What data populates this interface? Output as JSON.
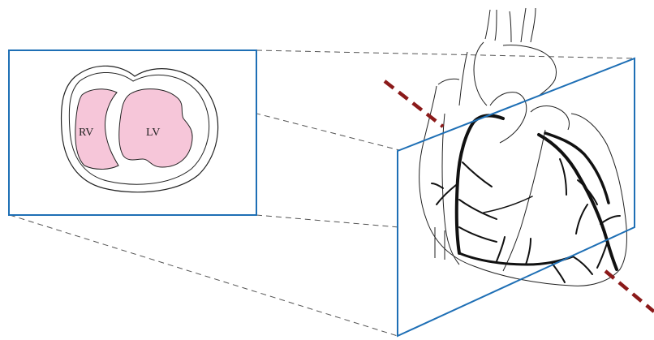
{
  "inset_labels": {
    "right_ventricle": "RV",
    "left_ventricle": "LV"
  },
  "colors": {
    "frame": "#1e6fb5",
    "cut_line": "#8b1a1a",
    "chamber_fill": "#f6c6d9",
    "projection_lines": "#555555",
    "outline": "#222222",
    "vessels": "#111111"
  },
  "icons": {
    "cut_line": "dashed-section-line",
    "heart": "heart-anatomy-drawing",
    "section": "cross-section-of-ventricles"
  }
}
